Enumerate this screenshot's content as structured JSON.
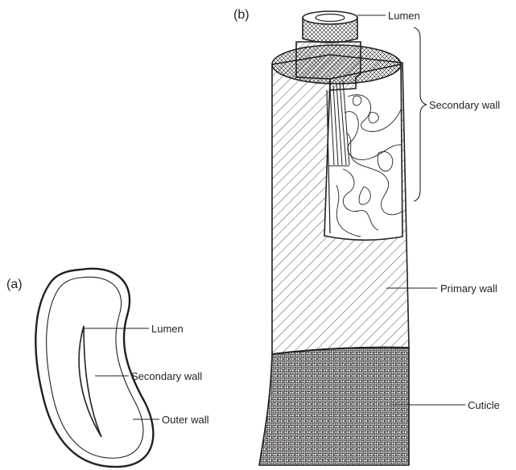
{
  "panel_a": {
    "tag": "(a)",
    "labels": {
      "lumen": "Lumen",
      "secondary_wall": "Secondary wall",
      "outer_wall": "Outer wall"
    }
  },
  "panel_b": {
    "tag": "(b)",
    "labels": {
      "lumen": "Lumen",
      "secondary_wall": "Secondary wall",
      "primary_wall": "Primary wall",
      "cuticle": "Cuticle"
    }
  },
  "colors": {
    "ink": "#231f20",
    "paper": "#ffffff"
  }
}
